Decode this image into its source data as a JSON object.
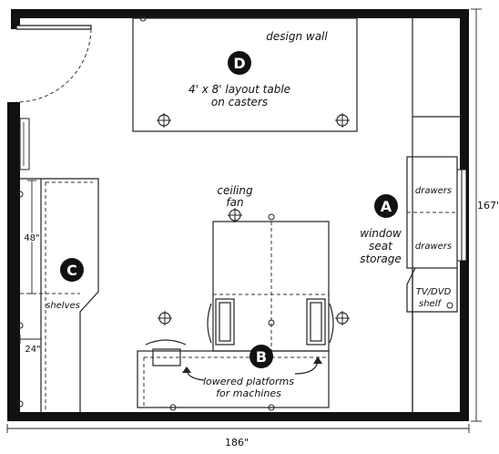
{
  "labels": {
    "design_wall": "design wall",
    "layout_table_line1": "4' x 8' layout table",
    "layout_table_line2": "on casters",
    "ceiling_fan_line1": "ceiling",
    "ceiling_fan_line2": "fan",
    "window_seat_line1": "window",
    "window_seat_line2": "seat",
    "window_seat_line3": "storage",
    "drawers_top": "drawers",
    "drawers_bottom": "drawers",
    "tv_line1": "TV/DVD",
    "tv_line2": "shelf",
    "shelves": "shelves",
    "platforms_line1": "lowered platforms",
    "platforms_line2": "for machines"
  },
  "badges": {
    "a": "A",
    "b": "B",
    "c": "C",
    "d": "D"
  },
  "dimensions": {
    "width": "186\"",
    "height": "167\"",
    "shelf_height": "48\"",
    "shelf_depth": "24\""
  }
}
